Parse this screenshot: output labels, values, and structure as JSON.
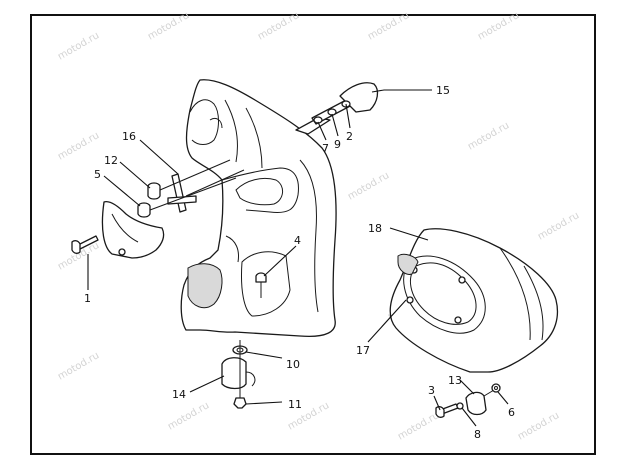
{
  "watermark": "motod.ru",
  "callouts": [
    {
      "id": "1",
      "label": "1"
    },
    {
      "id": "2",
      "label": "2"
    },
    {
      "id": "3",
      "label": "3"
    },
    {
      "id": "4",
      "label": "4"
    },
    {
      "id": "5",
      "label": "5"
    },
    {
      "id": "6",
      "label": "6"
    },
    {
      "id": "7",
      "label": "7"
    },
    {
      "id": "8",
      "label": "8"
    },
    {
      "id": "9",
      "label": "9"
    },
    {
      "id": "10",
      "label": "10"
    },
    {
      "id": "11",
      "label": "11"
    },
    {
      "id": "12",
      "label": "12"
    },
    {
      "id": "13",
      "label": "13"
    },
    {
      "id": "14",
      "label": "14"
    },
    {
      "id": "15",
      "label": "15"
    },
    {
      "id": "16",
      "label": "16"
    },
    {
      "id": "17",
      "label": "17"
    },
    {
      "id": "18",
      "label": "18"
    }
  ]
}
